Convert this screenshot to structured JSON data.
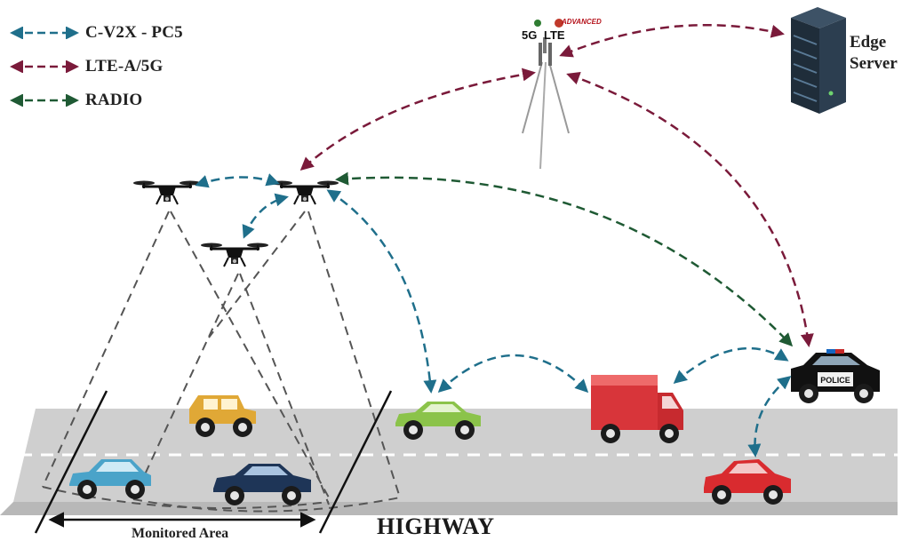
{
  "legend": [
    {
      "label": "C-V2X - PC5",
      "color": "#1f6f8b"
    },
    {
      "label": "LTE-A/5G",
      "color": "#7a1a3a"
    },
    {
      "label": "RADIO",
      "color": "#1f5a34"
    }
  ],
  "tower_brand": {
    "g5": "5G",
    "lte": "LTE",
    "advanced": "ADVANCED"
  },
  "edge_server": {
    "line1": "Edge",
    "line2": "Server"
  },
  "road_label": "HIGHWAY",
  "monitored_label": "Monitored Area",
  "police_text": "POLICE",
  "colors": {
    "c_v2x": "#1f6f8b",
    "lte": "#7a1a3a",
    "radio": "#1f5a34",
    "road": "#cfcfcf",
    "server": "#2c3e50"
  },
  "icons": [
    "drone-icon",
    "cell-tower-icon",
    "server-icon",
    "car-icon",
    "truck-icon",
    "police-car-icon"
  ]
}
